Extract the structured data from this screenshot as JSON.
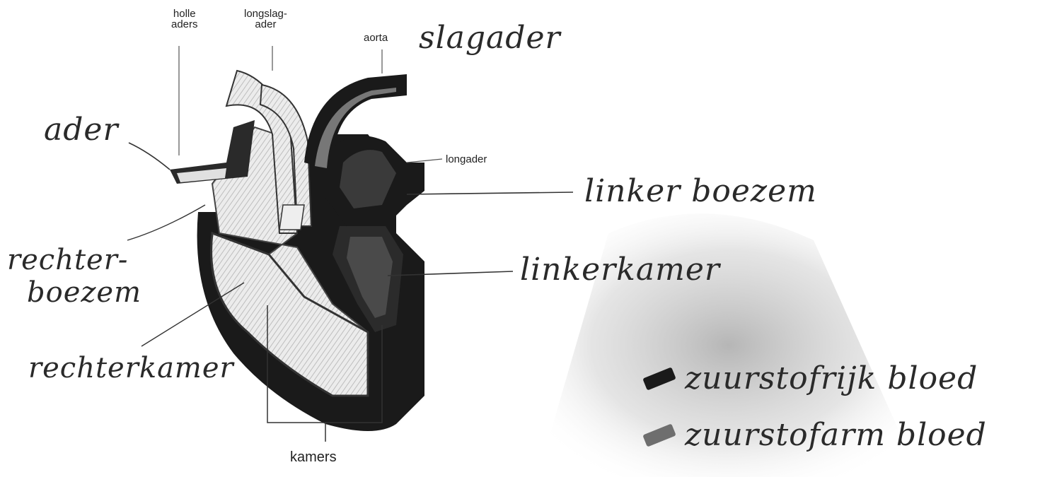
{
  "labels": {
    "holle_aders": [
      "holle",
      "aders"
    ],
    "longslagader": [
      "longslag-",
      "ader"
    ],
    "aorta": "aorta",
    "longader": "longader",
    "kamers": "kamers"
  },
  "handwritten": {
    "slagader": "slagader",
    "ader": "ader",
    "rechterboezem": [
      "rechter-",
      "boezem"
    ],
    "rechterkamer": "rechterkamer",
    "linkerboezem": "linker boezem",
    "linkerkamer": "linkerkamer"
  },
  "legend": [
    {
      "label": "zuurstofrijk bloed",
      "color": "#1a1a1a"
    },
    {
      "label": "zuurstofarm bloed",
      "color": "#6e6e6e"
    }
  ],
  "colors": {
    "oxygen_rich": "#1a1a1a",
    "oxygen_poor": "#d2d2d2",
    "ink": "#2a2a2a",
    "shade": "#c8c8c8"
  }
}
